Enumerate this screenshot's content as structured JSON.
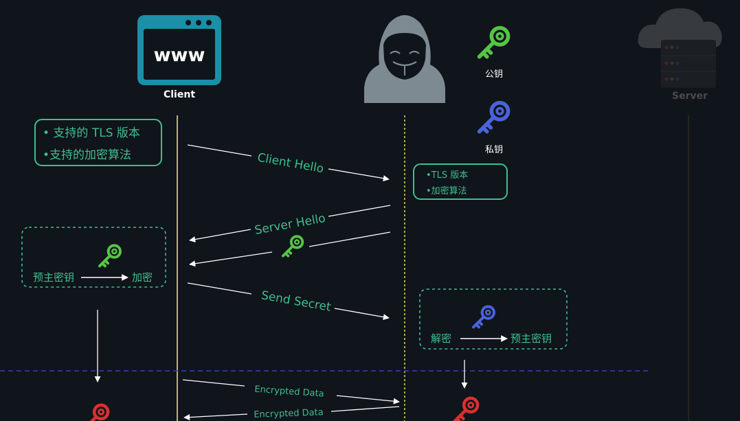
{
  "client": {
    "screen_text": "www",
    "label": "Client"
  },
  "server": {
    "label": "Server"
  },
  "legend": {
    "public_key_label": "公钥",
    "private_key_label": "私钥"
  },
  "client_box": {
    "line1": "• 支持的 TLS 版本",
    "line2": "•支持的加密算法"
  },
  "hacker_box": {
    "line1": "•TLS 版本",
    "line2": "•加密算法"
  },
  "messages": {
    "client_hello": "Client Hello",
    "server_hello": "Server Hello",
    "send_secret": "Send Secret",
    "encrypted_data_1": "Encrypted Data",
    "encrypted_data_2": "Encrypted Data"
  },
  "encrypt_box": {
    "from": "预主密钥",
    "to": "加密"
  },
  "decrypt_box": {
    "from": "解密",
    "to": "预主密钥"
  },
  "colors": {
    "background": "#10141b",
    "accent_green": "#3fbf8f",
    "public_key": "#56c447",
    "private_key": "#4a63d8",
    "session_key": "#d93030",
    "client_line": "#e8e07a",
    "divider": "#3340b8",
    "client_icon": "#1b8fa8"
  }
}
